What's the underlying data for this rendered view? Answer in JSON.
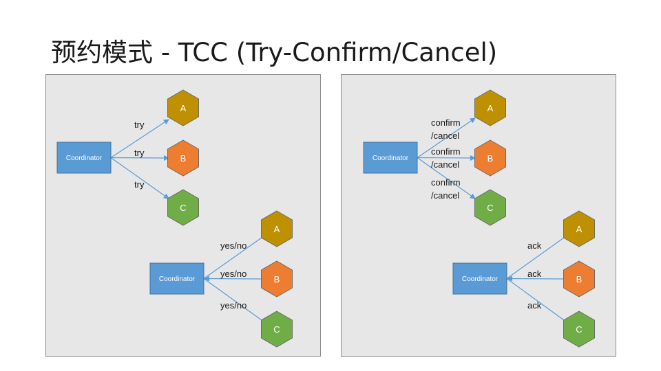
{
  "title": "预约模式 - TCC (Try-Confirm/Cancel)",
  "colors": {
    "panel_bg": "#e7e7e7",
    "coordinator": "#5b9bd5",
    "node_a": "#bf9000",
    "node_b": "#ed7d31",
    "node_c": "#70ad47",
    "arrow": "#5b9bd5"
  },
  "left_panel": {
    "request": {
      "coordinator": "Coordinator",
      "nodes": [
        "A",
        "B",
        "C"
      ],
      "labels": [
        "try",
        "try",
        "try"
      ]
    },
    "response": {
      "coordinator": "Coordinator",
      "nodes": [
        "A",
        "B",
        "C"
      ],
      "labels": [
        "yes/no",
        "yes/no",
        "yes/no"
      ]
    }
  },
  "right_panel": {
    "request": {
      "coordinator": "Coordinator",
      "nodes": [
        "A",
        "B",
        "C"
      ],
      "labels": [
        [
          "confirm",
          "/cancel"
        ],
        [
          "confirm",
          "/cancel"
        ],
        [
          "confirm",
          "/cancel"
        ]
      ]
    },
    "response": {
      "coordinator": "Coordinator",
      "nodes": [
        "A",
        "B",
        "C"
      ],
      "labels": [
        "ack",
        "ack",
        "ack"
      ]
    }
  }
}
